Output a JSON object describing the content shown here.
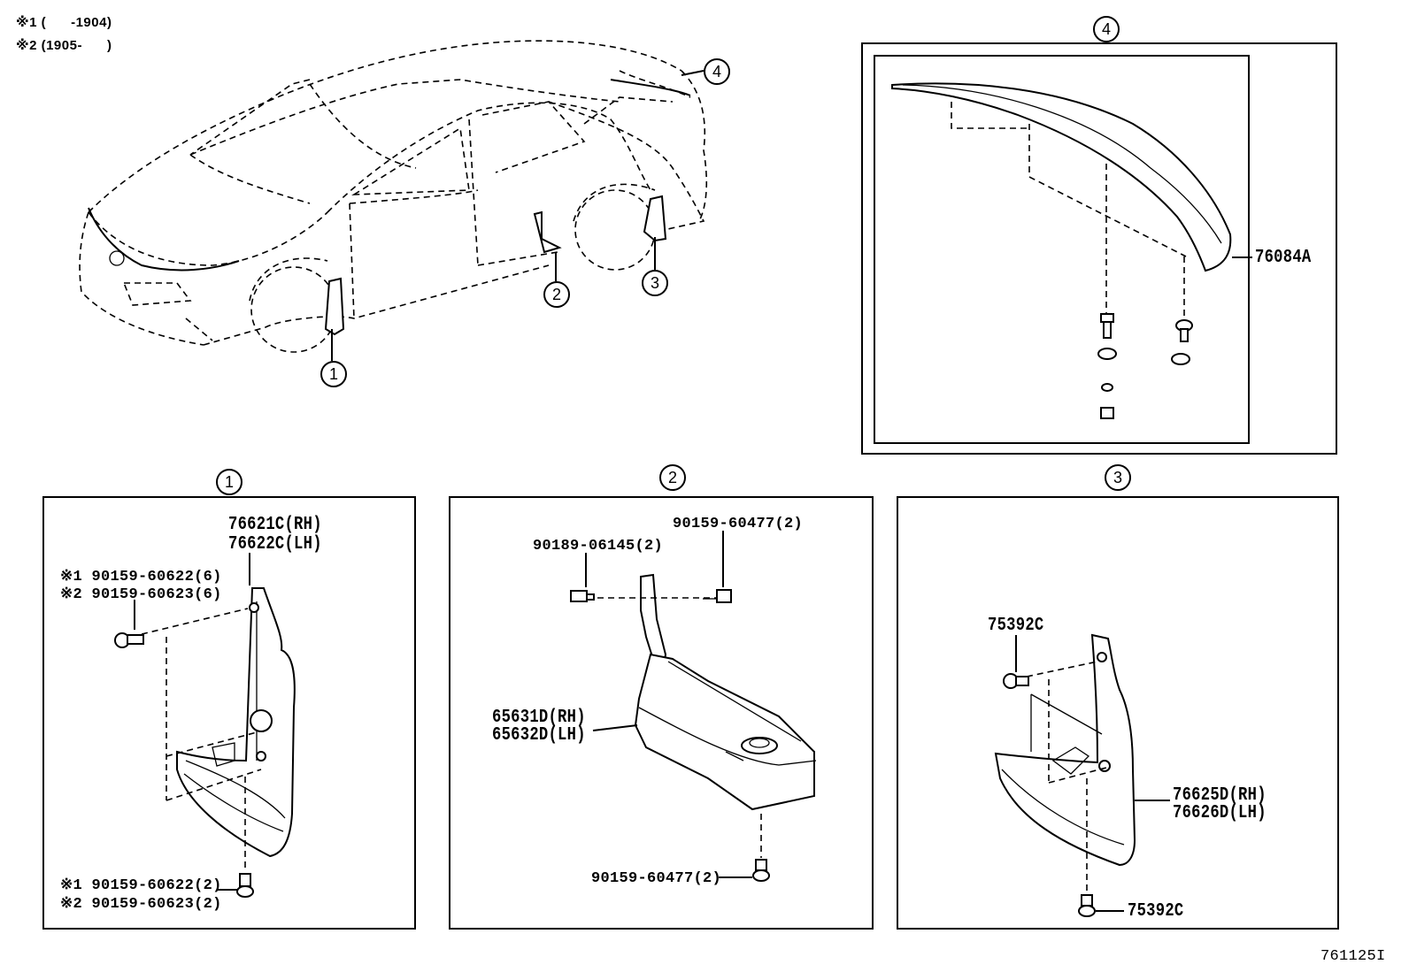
{
  "notes": [
    "※1 (      -1904)",
    "※2 (1905-      )"
  ],
  "callouts": {
    "c1": "1",
    "c2": "2",
    "c3": "3",
    "c4": "4"
  },
  "spoiler": {
    "part": "76084A"
  },
  "panel1": {
    "mudguard_rh": "76621C(RH)",
    "mudguard_lh": "76622C(LH)",
    "screw_top_1": "※1 90159-60622(6)",
    "screw_top_2": "※2 90159-60623(6)",
    "screw_bottom_1": "※1 90159-60622(2)",
    "screw_bottom_2": "※2 90159-60623(2)"
  },
  "panel2": {
    "clip": "90189-06145(2)",
    "screw_top": "90159-60477(2)",
    "guard_rh": "65631D(RH)",
    "guard_lh": "65632D(LH)",
    "screw_bottom": "90159-60477(2)"
  },
  "panel3": {
    "clip_top": "75392C",
    "mudguard_rh": "76625D(RH)",
    "mudguard_lh": "76626D(LH)",
    "clip_bottom": "75392C"
  },
  "figure_id": "761125I"
}
